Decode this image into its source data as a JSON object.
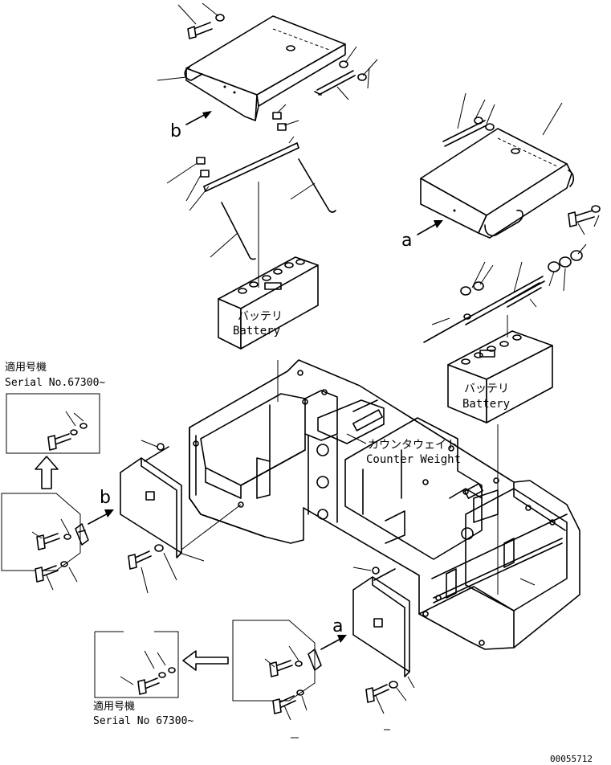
{
  "labels": {
    "view_a_upper": "a",
    "view_b_upper": "b",
    "view_a_lower": "a",
    "view_b_lower": "b",
    "battery_left_jp": "バッテリ",
    "battery_left_en": "Battery",
    "battery_right_jp": "バッテリ",
    "battery_right_en": "Battery",
    "counterweight_jp": "カウンタウェイト",
    "counterweight_en": "Counter Weight",
    "serial_upper_jp": "適用号機",
    "serial_upper_en": "Serial No.67300~",
    "serial_lower_jp": "適用号機",
    "serial_lower_en": "Serial No 67300~",
    "drawing_number": "00055712"
  }
}
